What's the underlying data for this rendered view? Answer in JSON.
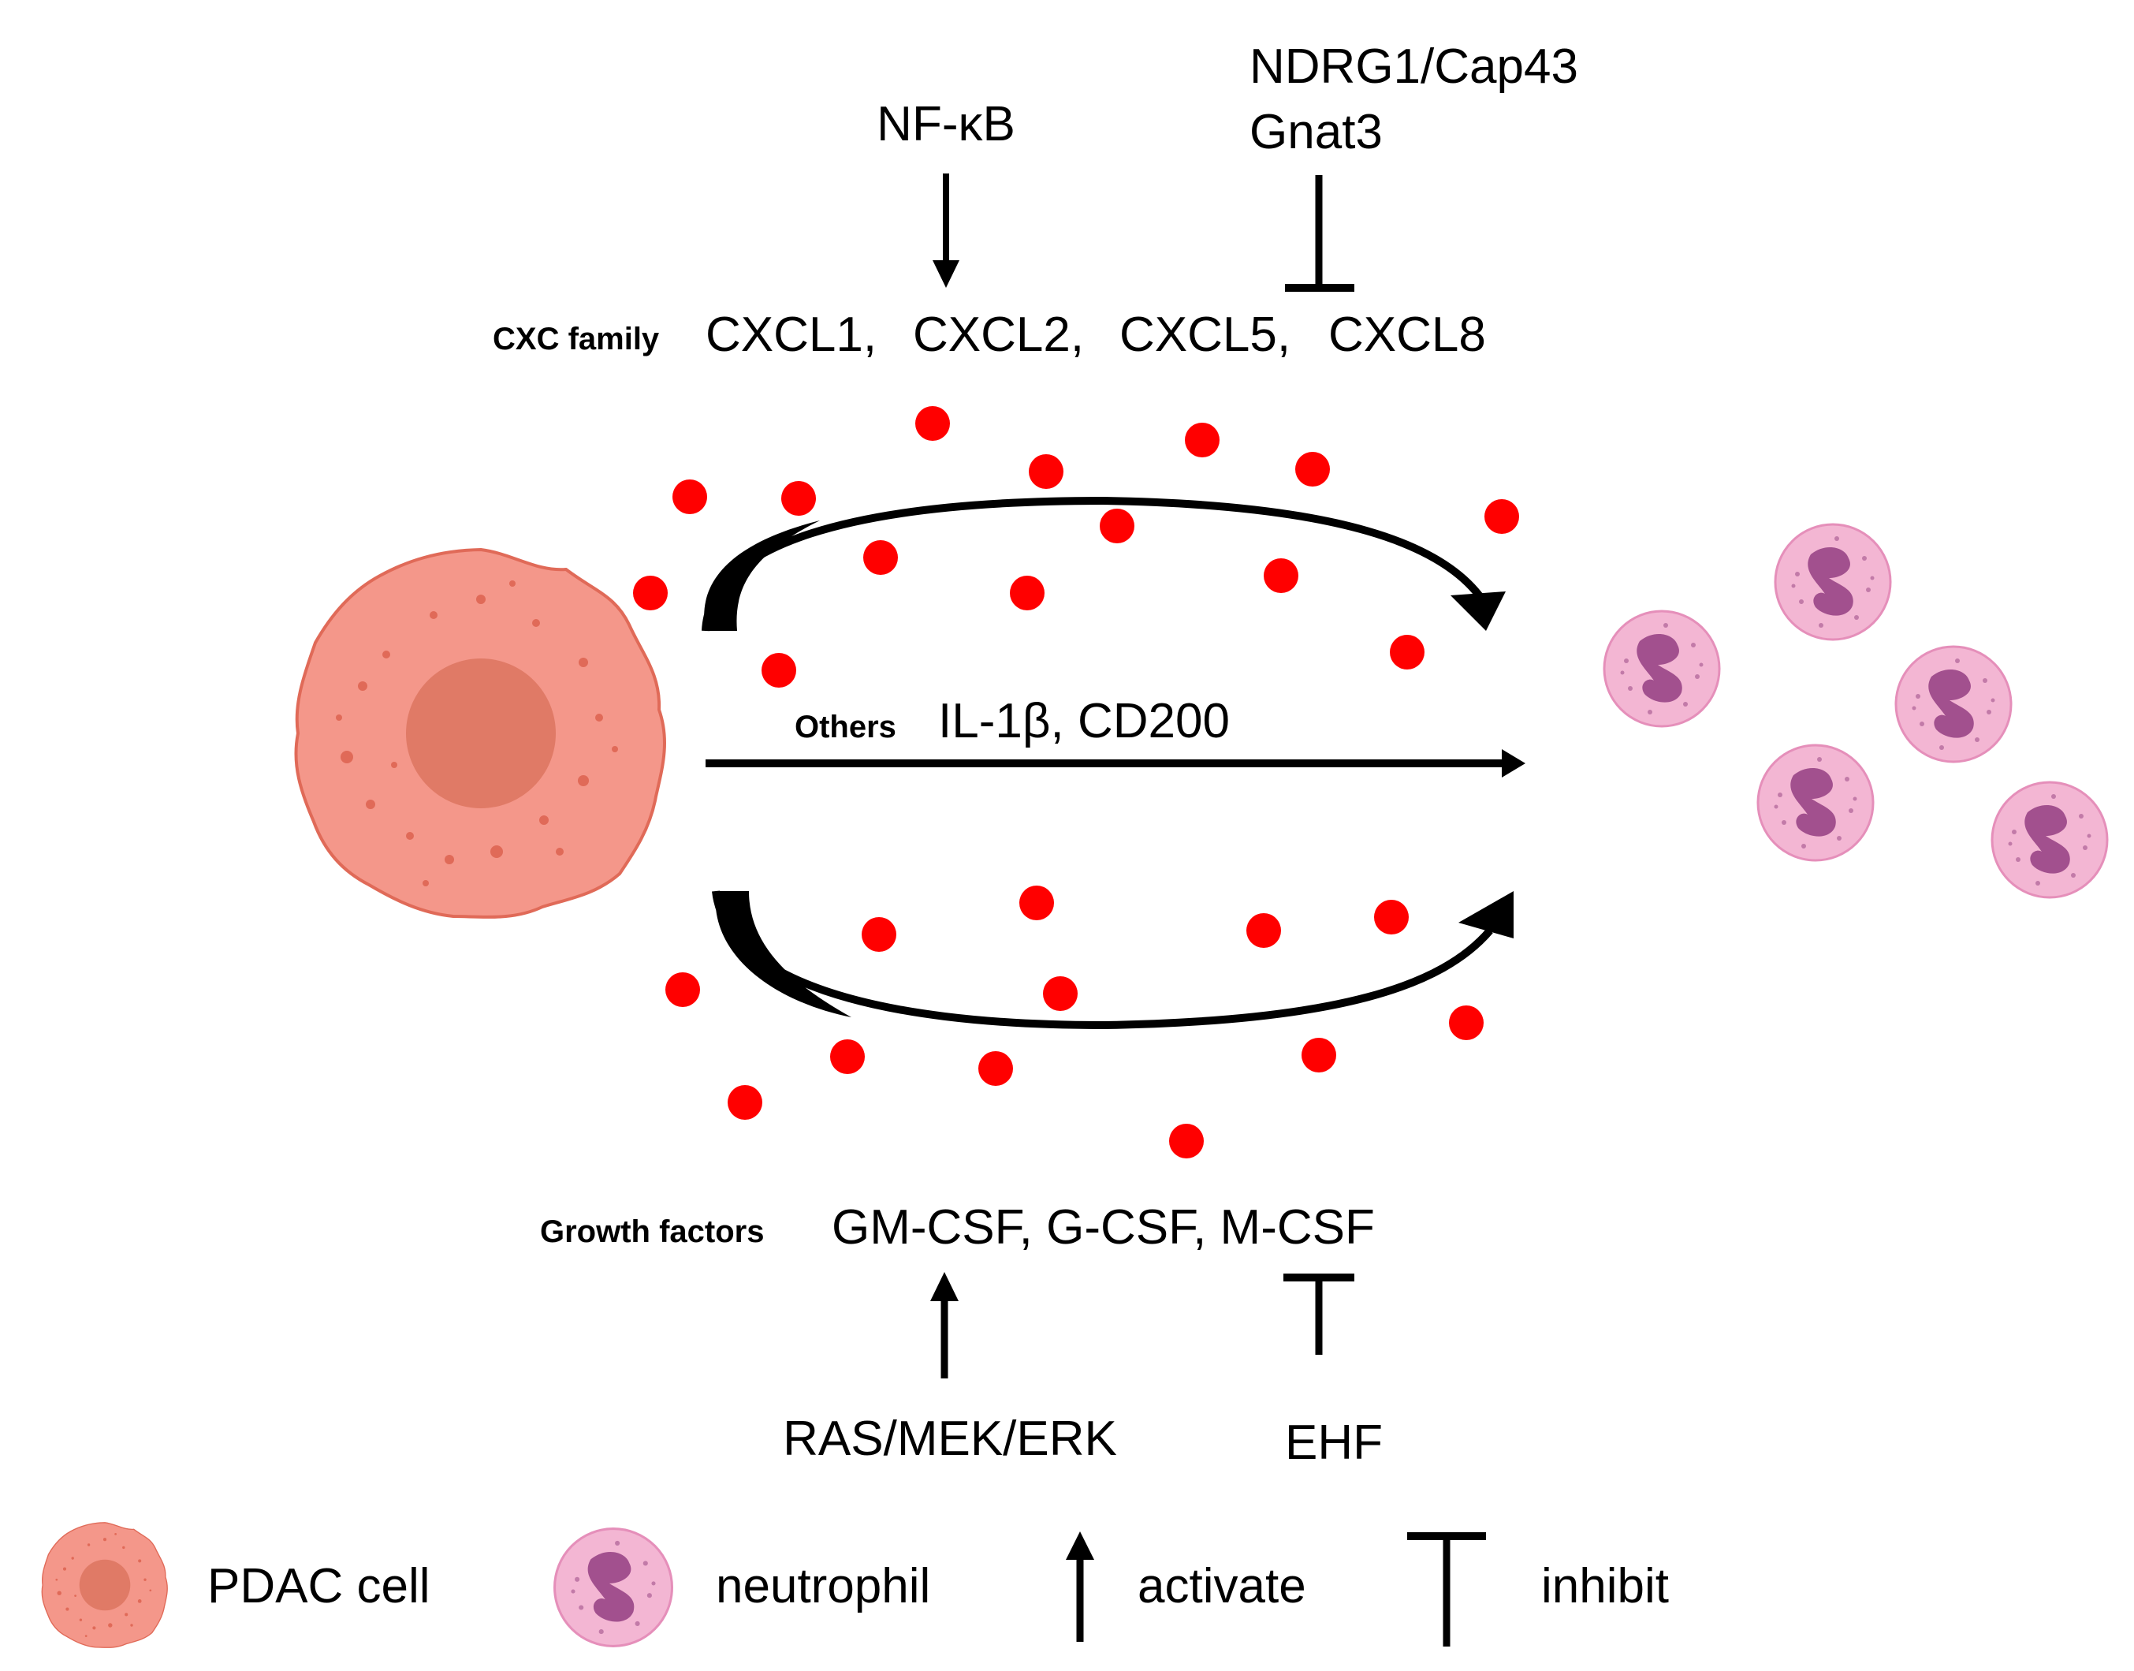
{
  "top": {
    "activator": "NF-κB",
    "inhibitor_line1": "NDRG1/Cap43",
    "inhibitor_line2": "Gnat3",
    "family_label": "CXC family",
    "members": [
      "CXCL1,",
      "CXCL2,",
      "CXCL5,",
      "CXCL8"
    ]
  },
  "middle": {
    "family_label": "Others",
    "members_text": "IL-1β, CD200"
  },
  "bottom": {
    "family_label": "Growth factors",
    "members_text": "GM-CSF, G-CSF, M-CSF",
    "activator": "RAS/MEK/ERK",
    "inhibitor": "EHF"
  },
  "legend": {
    "cell_label": "PDAC cell",
    "neutrophil_label": "neutrophil",
    "activate_label": "activate",
    "inhibit_label": "inhibit"
  },
  "colors": {
    "cell_fill": "#f4978a",
    "cell_nucleus": "#e07a66",
    "neutrophil_fill": "#f3b6d3",
    "neutrophil_nucleus": "#a2508e",
    "chemokine_dot": "#ff0000",
    "arrow": "#000000"
  }
}
